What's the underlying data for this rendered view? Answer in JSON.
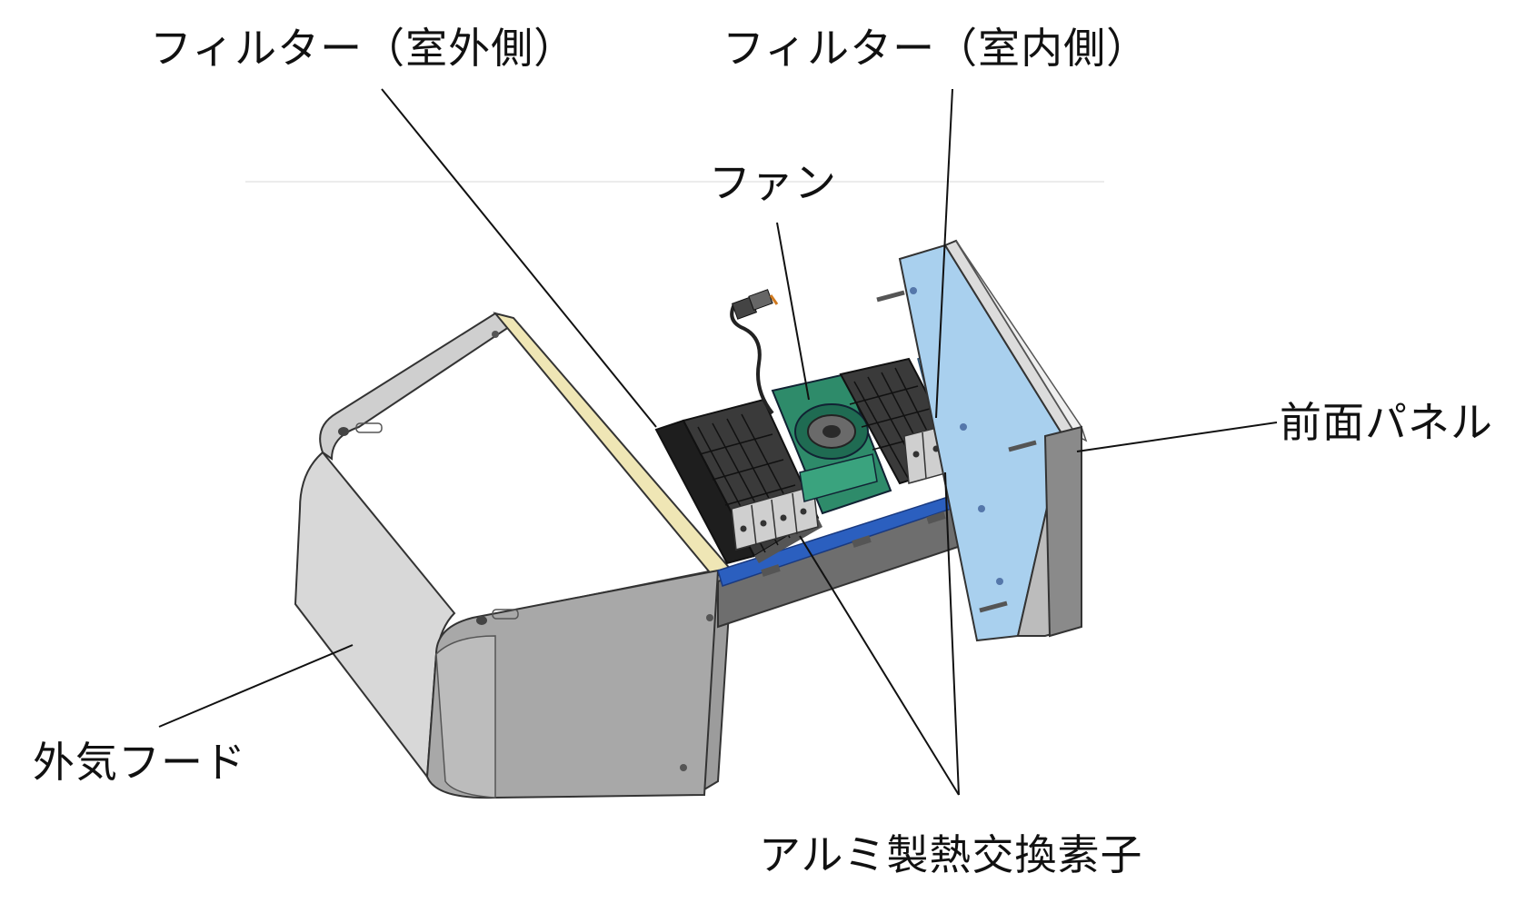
{
  "labels": {
    "filter_outdoor": "フィルター（室外側）",
    "filter_indoor": "フィルター（室内側）",
    "fan": "ファン",
    "front_panel": "前面パネル",
    "outdoor_hood": "外気フード",
    "heat_exchanger": "アルミ製熱交換素子"
  },
  "colors": {
    "hood_fill": "#bdbdbd",
    "hood_dark": "#8f8f8f",
    "filter_dark": "#2a2a2a",
    "fan_green": "#2e8b6a",
    "panel_blue": "#a9d0ee",
    "base_blue": "#2b5fbf",
    "leader_line": "#111111"
  }
}
